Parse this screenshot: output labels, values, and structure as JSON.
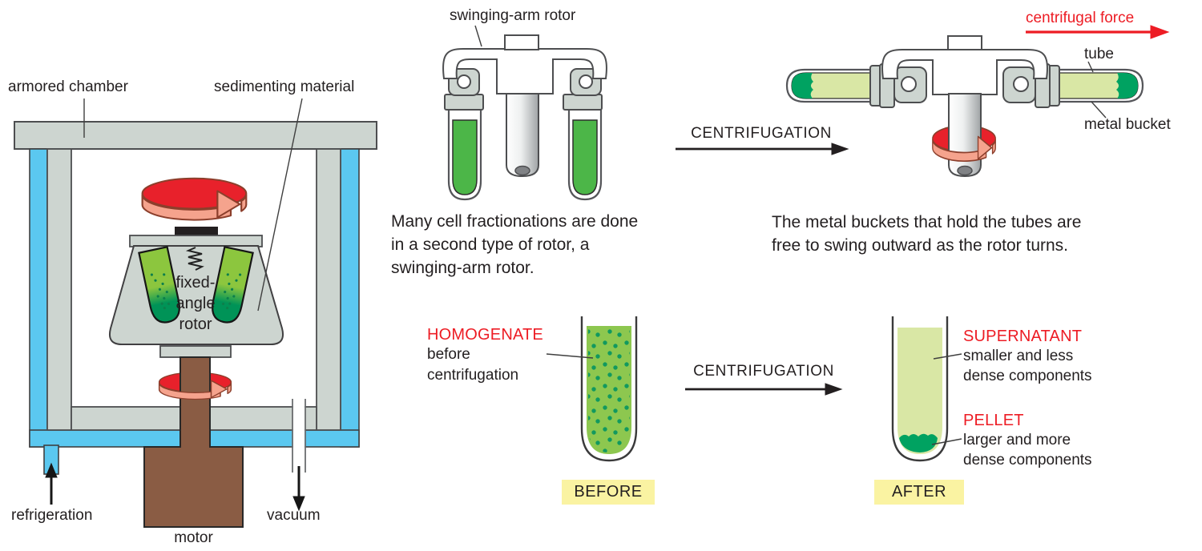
{
  "figure": {
    "left_panel": {
      "armored_chamber": "armored chamber",
      "sedimenting_material": "sedimenting material",
      "fixed_angle_rotor": "fixed-\nangle\nrotor",
      "refrigeration": "refrigeration",
      "motor": "motor",
      "vacuum": "vacuum"
    },
    "middle_top": {
      "rotor_label": "swinging-arm rotor",
      "caption": "Many cell fractionations are done\nin a second type of rotor, a\nswinging-arm rotor.",
      "process_arrow": "CENTRIFUGATION"
    },
    "right_top": {
      "centrifugal_force": "centrifugal force",
      "tube": "tube",
      "metal_bucket": "metal bucket",
      "caption": "The metal buckets that hold the tubes are\nfree to swing outward as the rotor turns."
    },
    "bottom": {
      "homogenate_title": "HOMOGENATE",
      "homogenate_sub": "before\ncentrifugation",
      "process_arrow": "CENTRIFUGATION",
      "before_badge": "BEFORE",
      "after_badge": "AFTER",
      "supernatant_title": "SUPERNATANT",
      "supernatant_sub": "smaller and less\ndense components",
      "pellet_title": "PELLET",
      "pellet_sub": "larger and more\ndense components"
    },
    "colors": {
      "red_accent": "#ed1c24",
      "rotation_red": "#e8212b",
      "rotation_salmon": "#f5a38d",
      "machine_gray": "#cdd5d0",
      "refrigerant_blue": "#5bc8f0",
      "motor_brown": "#8a5c44",
      "homogenate_green": "#8dc74f",
      "dense_green": "#00a261",
      "supernatant_green": "#d9e7a5",
      "tube_green": "#4cb648",
      "badge_yellow": "#faf3a2",
      "text_dark": "#231f20"
    }
  }
}
